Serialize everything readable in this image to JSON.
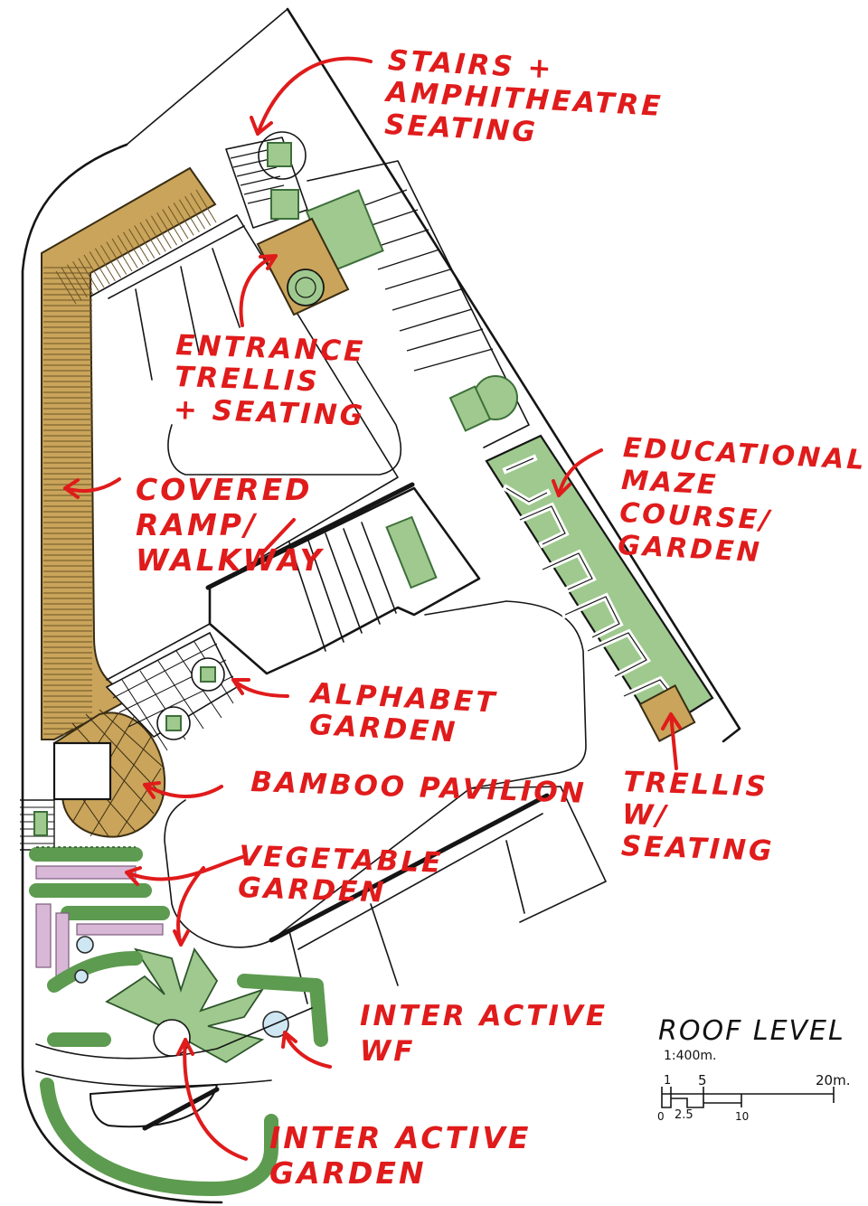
{
  "labels": {
    "stairs": "STAIRS +\nAMPHITHEATRE\nSEATING",
    "entrance": "ENTRANCE\nTRELLIS\n+ SEATING",
    "educational": "EDUCATIONAL\nMAZE\nCOURSE/\nGARDEN",
    "covered": "COVERED\nRAMP/\nWALKWAY",
    "alphabet": "ALPHABET\nGARDEN",
    "bamboo": "BAMBOO PAVILION",
    "trellis_w": "TRELLIS\nW/\nSEATING",
    "vegetable": "VEGETABLE\nGARDEN",
    "wf": "INTER ACTIVE\nWF",
    "interactive_garden": "INTER ACTIVE\nGARDEN"
  },
  "title_block": {
    "title": "ROOF LEVEL",
    "scale": "1:400m.",
    "scale_bar": {
      "upper_ticks": [
        "1",
        "5",
        "20m."
      ],
      "lower_ticks": [
        "0",
        "2.5",
        "10"
      ]
    }
  },
  "colors": {
    "annotation": "#e01b1b",
    "ink": "#151515",
    "planting": "#9fc98e",
    "timber": "#c9a45a",
    "lilac_planting": "#d8b7d7"
  }
}
